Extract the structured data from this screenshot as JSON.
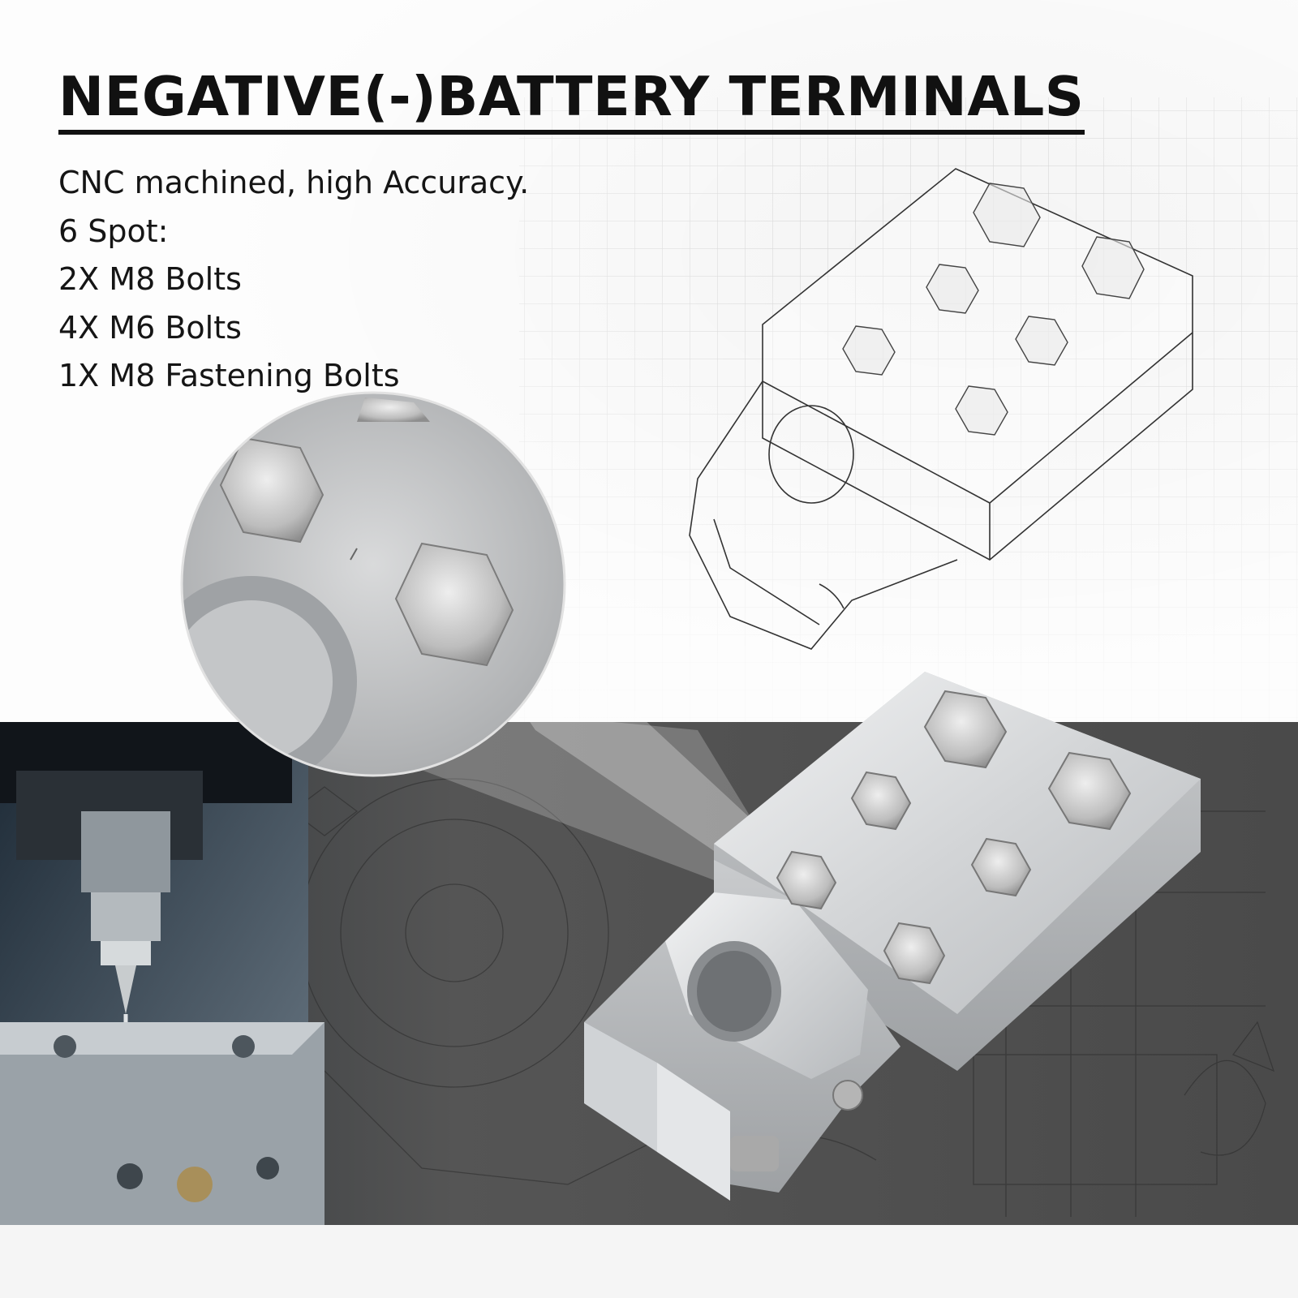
{
  "title": "NEGATIVE(-)BATTERY TERMINALS",
  "specs": [
    "CNC machined, high Accuracy.",
    "6 Spot:",
    "2X M8 Bolts",
    "4X M6 Bolts",
    "1X M8 Fastening Bolts"
  ],
  "colors": {
    "title": "#111111",
    "text": "#151515",
    "dark_band": "#4a4a4a",
    "metal": "#cfd1d3"
  }
}
